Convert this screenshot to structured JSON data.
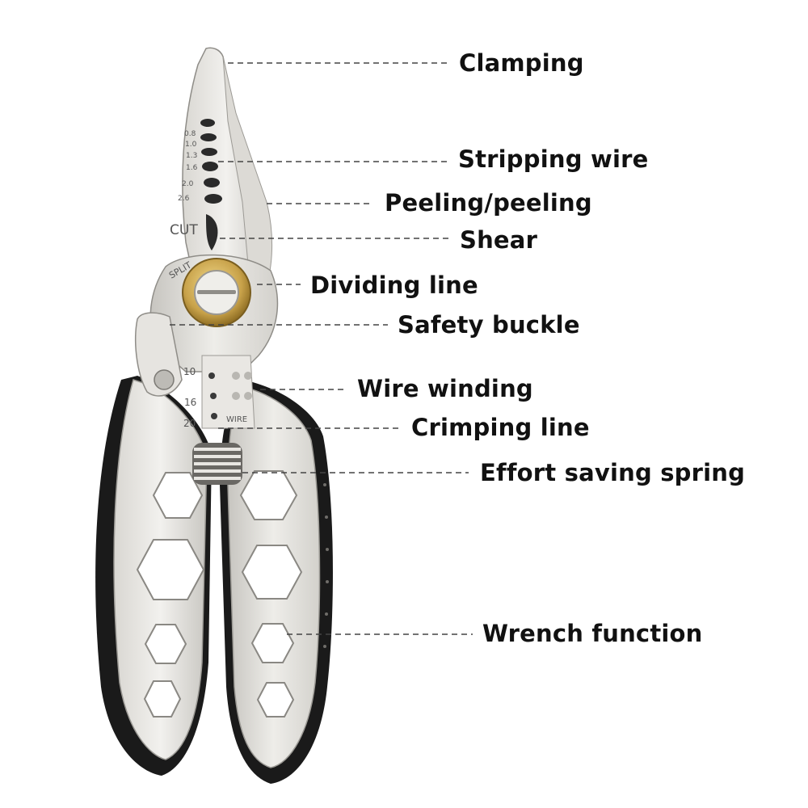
{
  "colors": {
    "steel_light": "#eceae6",
    "steel_mid": "#cfcdc8",
    "steel_dark": "#9c9a95",
    "grip_black": "#1a1a1a",
    "brass": "#c8a24a",
    "label_text": "#111111"
  },
  "blade_markings": {
    "gauges_top": [
      "0.8",
      "1.0",
      "1.3",
      "1.6",
      "2.0",
      "2.6"
    ],
    "cut": "CUT",
    "split": "SPLIT",
    "gauges_crimp": [
      "10",
      "16",
      "20"
    ],
    "wire": "WIRE"
  },
  "callouts": [
    {
      "id": "clamping",
      "label": "Clamping"
    },
    {
      "id": "stripping-wire",
      "label": "Stripping wire"
    },
    {
      "id": "peeling",
      "label": "Peeling/peeling"
    },
    {
      "id": "shear",
      "label": "Shear"
    },
    {
      "id": "dividing-line",
      "label": "Dividing line"
    },
    {
      "id": "safety-buckle",
      "label": "Safety buckle"
    },
    {
      "id": "wire-winding",
      "label": "Wire winding"
    },
    {
      "id": "crimping-line",
      "label": "Crimping line"
    },
    {
      "id": "effort-saving-spring",
      "label": "Effort saving spring"
    },
    {
      "id": "wrench-function",
      "label": "Wrench function"
    }
  ]
}
